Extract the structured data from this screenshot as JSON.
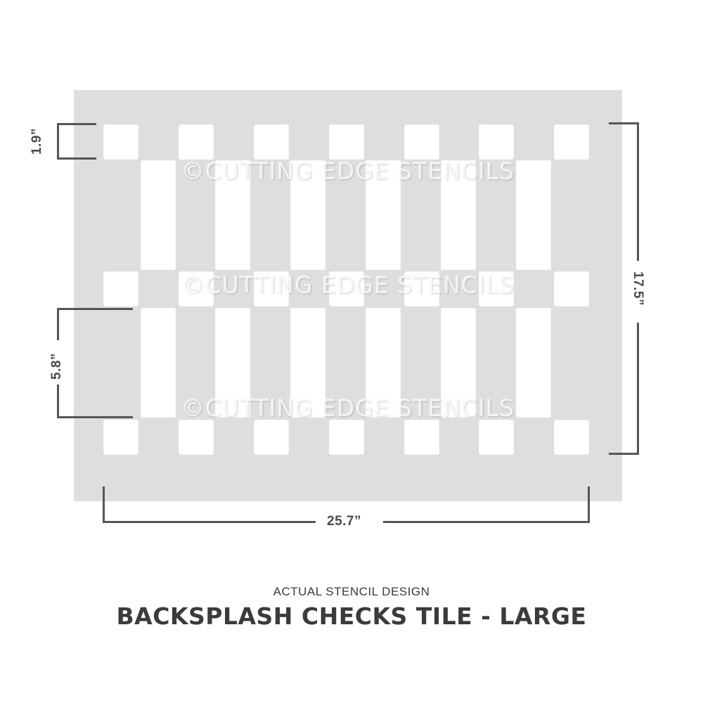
{
  "product": {
    "subtitle": "ACTUAL STENCIL DESIGN",
    "title": "BACKSPLASH CHECKS TILE - LARGE"
  },
  "watermark": {
    "text": "©CUTTING EDGE STENCILS"
  },
  "dimensions": {
    "square_height": "1.9”",
    "rect_height": "5.8”",
    "total_height": "17.5”",
    "total_width": "25.7”"
  },
  "colors": {
    "board": "#dedede",
    "cutout": "#ffffff",
    "dimension_line": "#555555",
    "text": "#3b3b3b"
  },
  "pattern": {
    "square_columns": 7,
    "rectangle_columns": 6,
    "square_rows": 3,
    "rectangle_rows": 2
  }
}
